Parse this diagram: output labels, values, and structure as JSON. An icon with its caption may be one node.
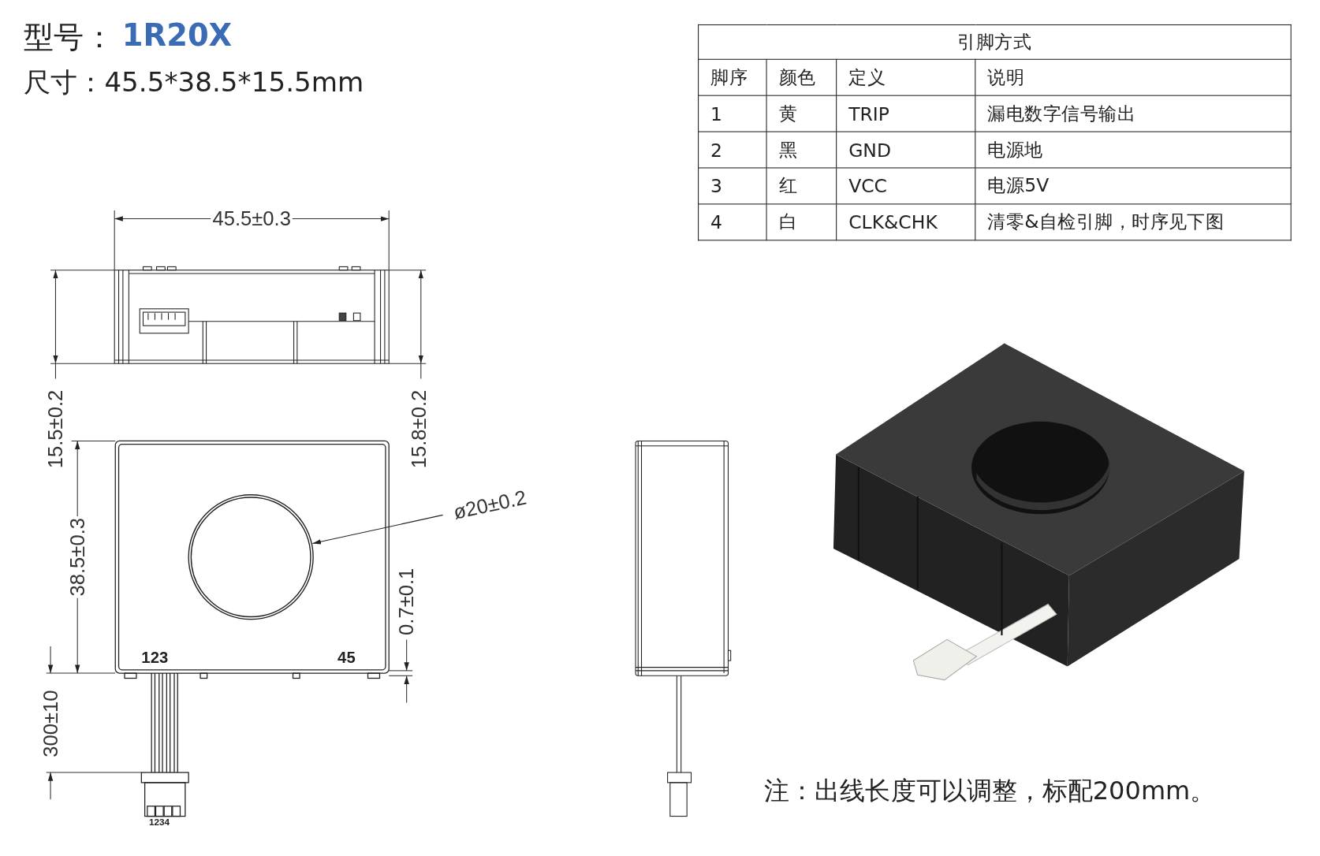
{
  "diagram": {
    "nodes": [
      {
        "text": [
          "ø20±0.2"
        ]
      },
      {
        "text": [],
        "shape": "circle"
      }
    ],
    "edges": [
      {
        "from": 0,
        "to": 1,
        "arrow": "to"
      }
    ],
    "labels": [
      "型号：",
      "1R20X",
      "尺寸：45.5*38.5*15.5mm",
      "引脚方式",
      "脚序",
      "颜色",
      "定义",
      "说明",
      "1",
      "黄",
      "TRIP",
      "漏电数字信号输出",
      "2",
      "黑",
      "GND",
      "电源地",
      "3",
      "红",
      "VCC",
      "电源5V",
      "45.5±0.3",
      "4",
      "白",
      "CLK&CHK",
      "清零&自检引脚，时序见下图",
      "15.5±0.2",
      "15.8±0.2",
      "38.5±0.3",
      "0.7±0.1",
      "300±10",
      "123",
      "45",
      "1234",
      "注：出线长度可以调整，标配200mm。"
    ]
  }
}
